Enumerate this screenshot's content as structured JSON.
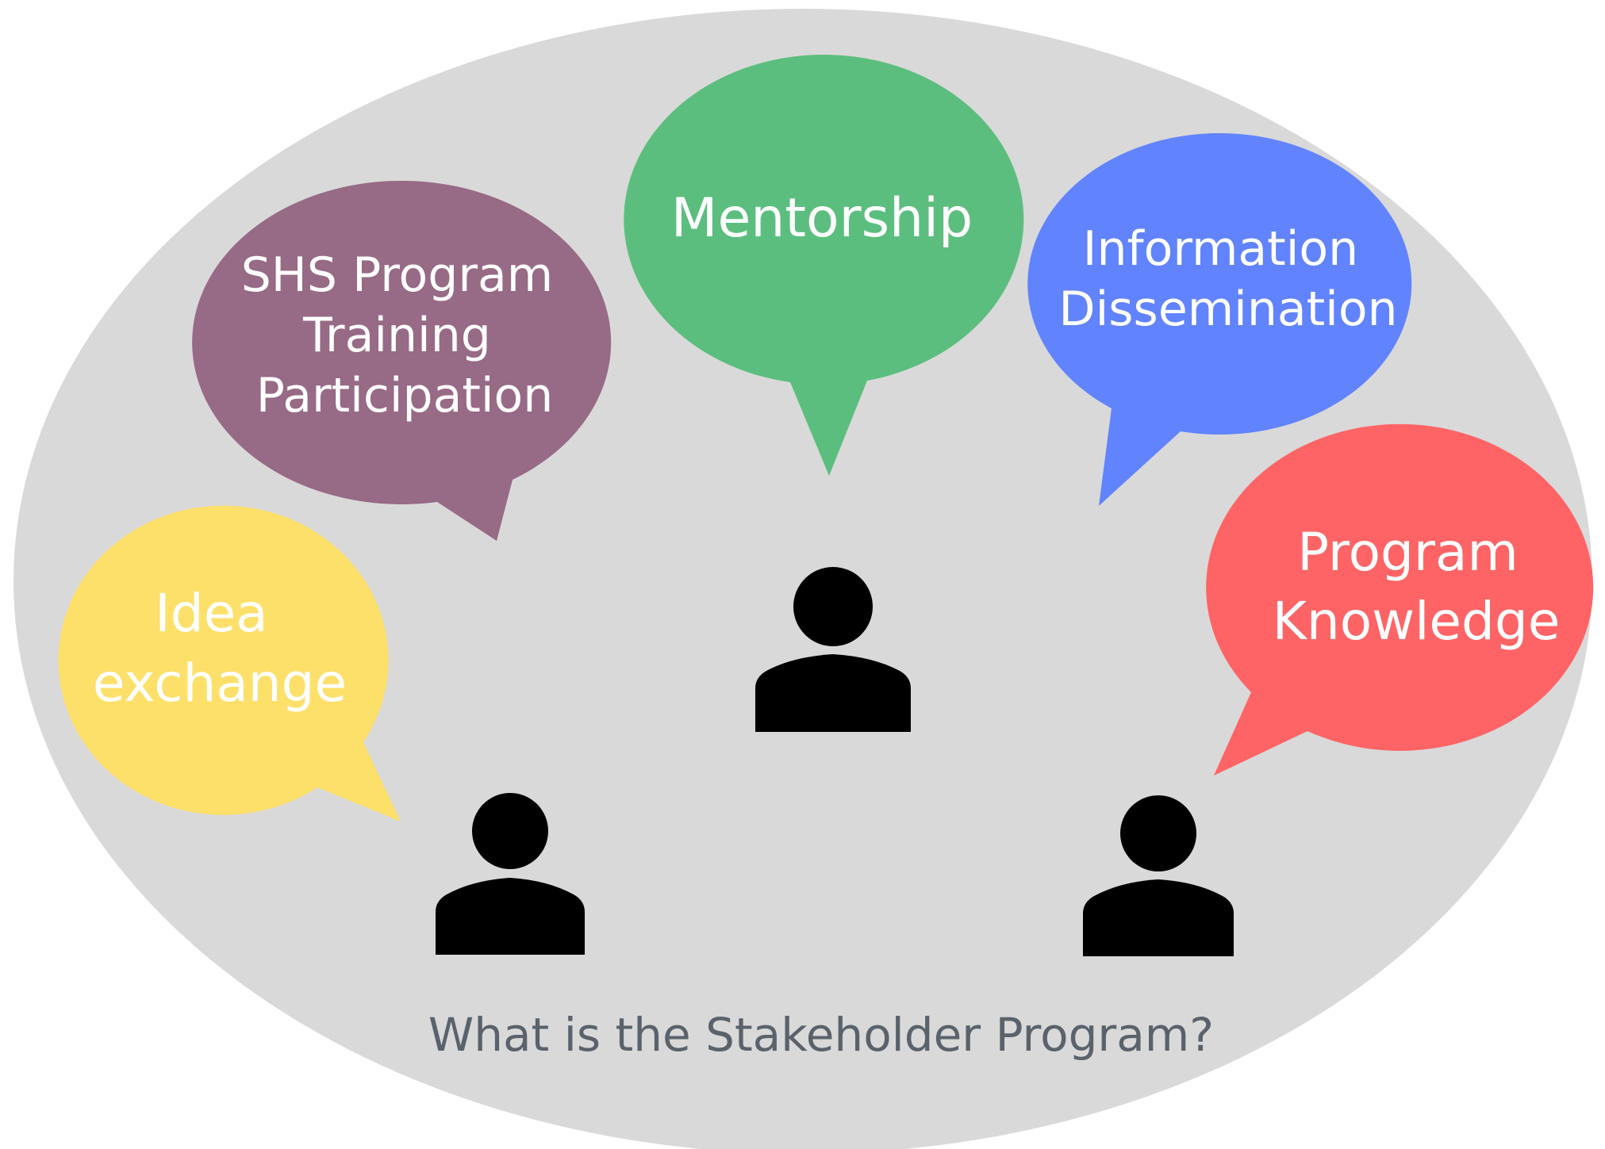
{
  "caption": "What is the Stakeholder Program?",
  "colors": {
    "background_ellipse": "#d9d9d9",
    "bubble_text": "#ffffff",
    "caption_text": "#5a626b",
    "person_icon": "#000000"
  },
  "bubbles": [
    {
      "id": "idea-exchange",
      "lines": [
        "Idea",
        "exchange"
      ],
      "color": "#fde06a"
    },
    {
      "id": "shs-training",
      "lines": [
        "SHS Program",
        "Training",
        "Participation"
      ],
      "color": "#976a86"
    },
    {
      "id": "mentorship",
      "lines": [
        "Mentorship"
      ],
      "color": "#5cbe7e"
    },
    {
      "id": "information-dissemination",
      "lines": [
        "Information",
        "Dissemination"
      ],
      "color": "#6183fd"
    },
    {
      "id": "program-knowledge",
      "lines": [
        "Program",
        "Knowledge"
      ],
      "color": "#fe6465"
    }
  ],
  "people": [
    {
      "id": "left-person",
      "icon": "person-icon"
    },
    {
      "id": "center-person",
      "icon": "person-icon"
    },
    {
      "id": "right-person",
      "icon": "person-icon"
    }
  ]
}
